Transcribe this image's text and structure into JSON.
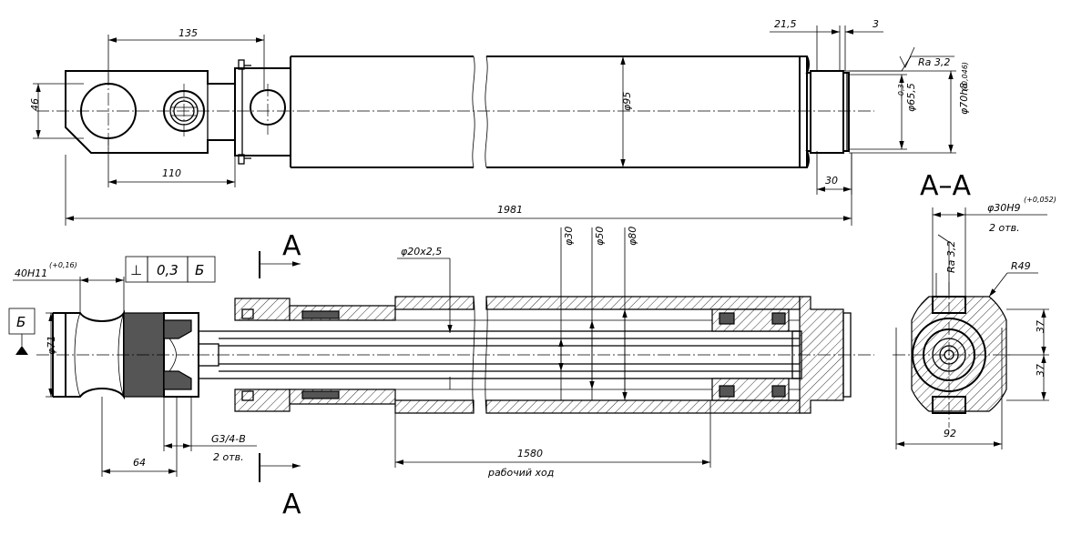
{
  "dims": {
    "d135": "135",
    "d110": "110",
    "d46": "46",
    "d1981": "1981",
    "d95": "φ95",
    "d21_5": "21,5",
    "d3": "3",
    "d30": "30",
    "d65_5": "φ65,5",
    "d65_5_tol": "-0,3",
    "d70": "φ70h8",
    "d70_tol": "(-0,046)",
    "ra_top": "Ra 3,2",
    "hole40": "40H11",
    "hole40_tol": "(+0,16)",
    "tol_sym": "⊥",
    "tol_val": "0,3",
    "tol_ref": "Б",
    "datum": "Б",
    "d71": "φ71",
    "d20x2_5": "φ20x2,5",
    "d30b": "φ30",
    "d50": "φ50",
    "d80": "φ80",
    "thread": "G3/4-B",
    "thread_count": "2 отв.",
    "d64": "64",
    "d1580": "1580",
    "stroke_text": "рабочий ход"
  },
  "section": {
    "title": "А–А",
    "mark": "А",
    "hole30": "φ30H9",
    "hole30_tol": "(+0,052)",
    "hole30_count": "2 отв.",
    "r49": "R49",
    "ra_sec": "Ra 3,2",
    "d37a": "37",
    "d37b": "37",
    "d92": "92"
  }
}
